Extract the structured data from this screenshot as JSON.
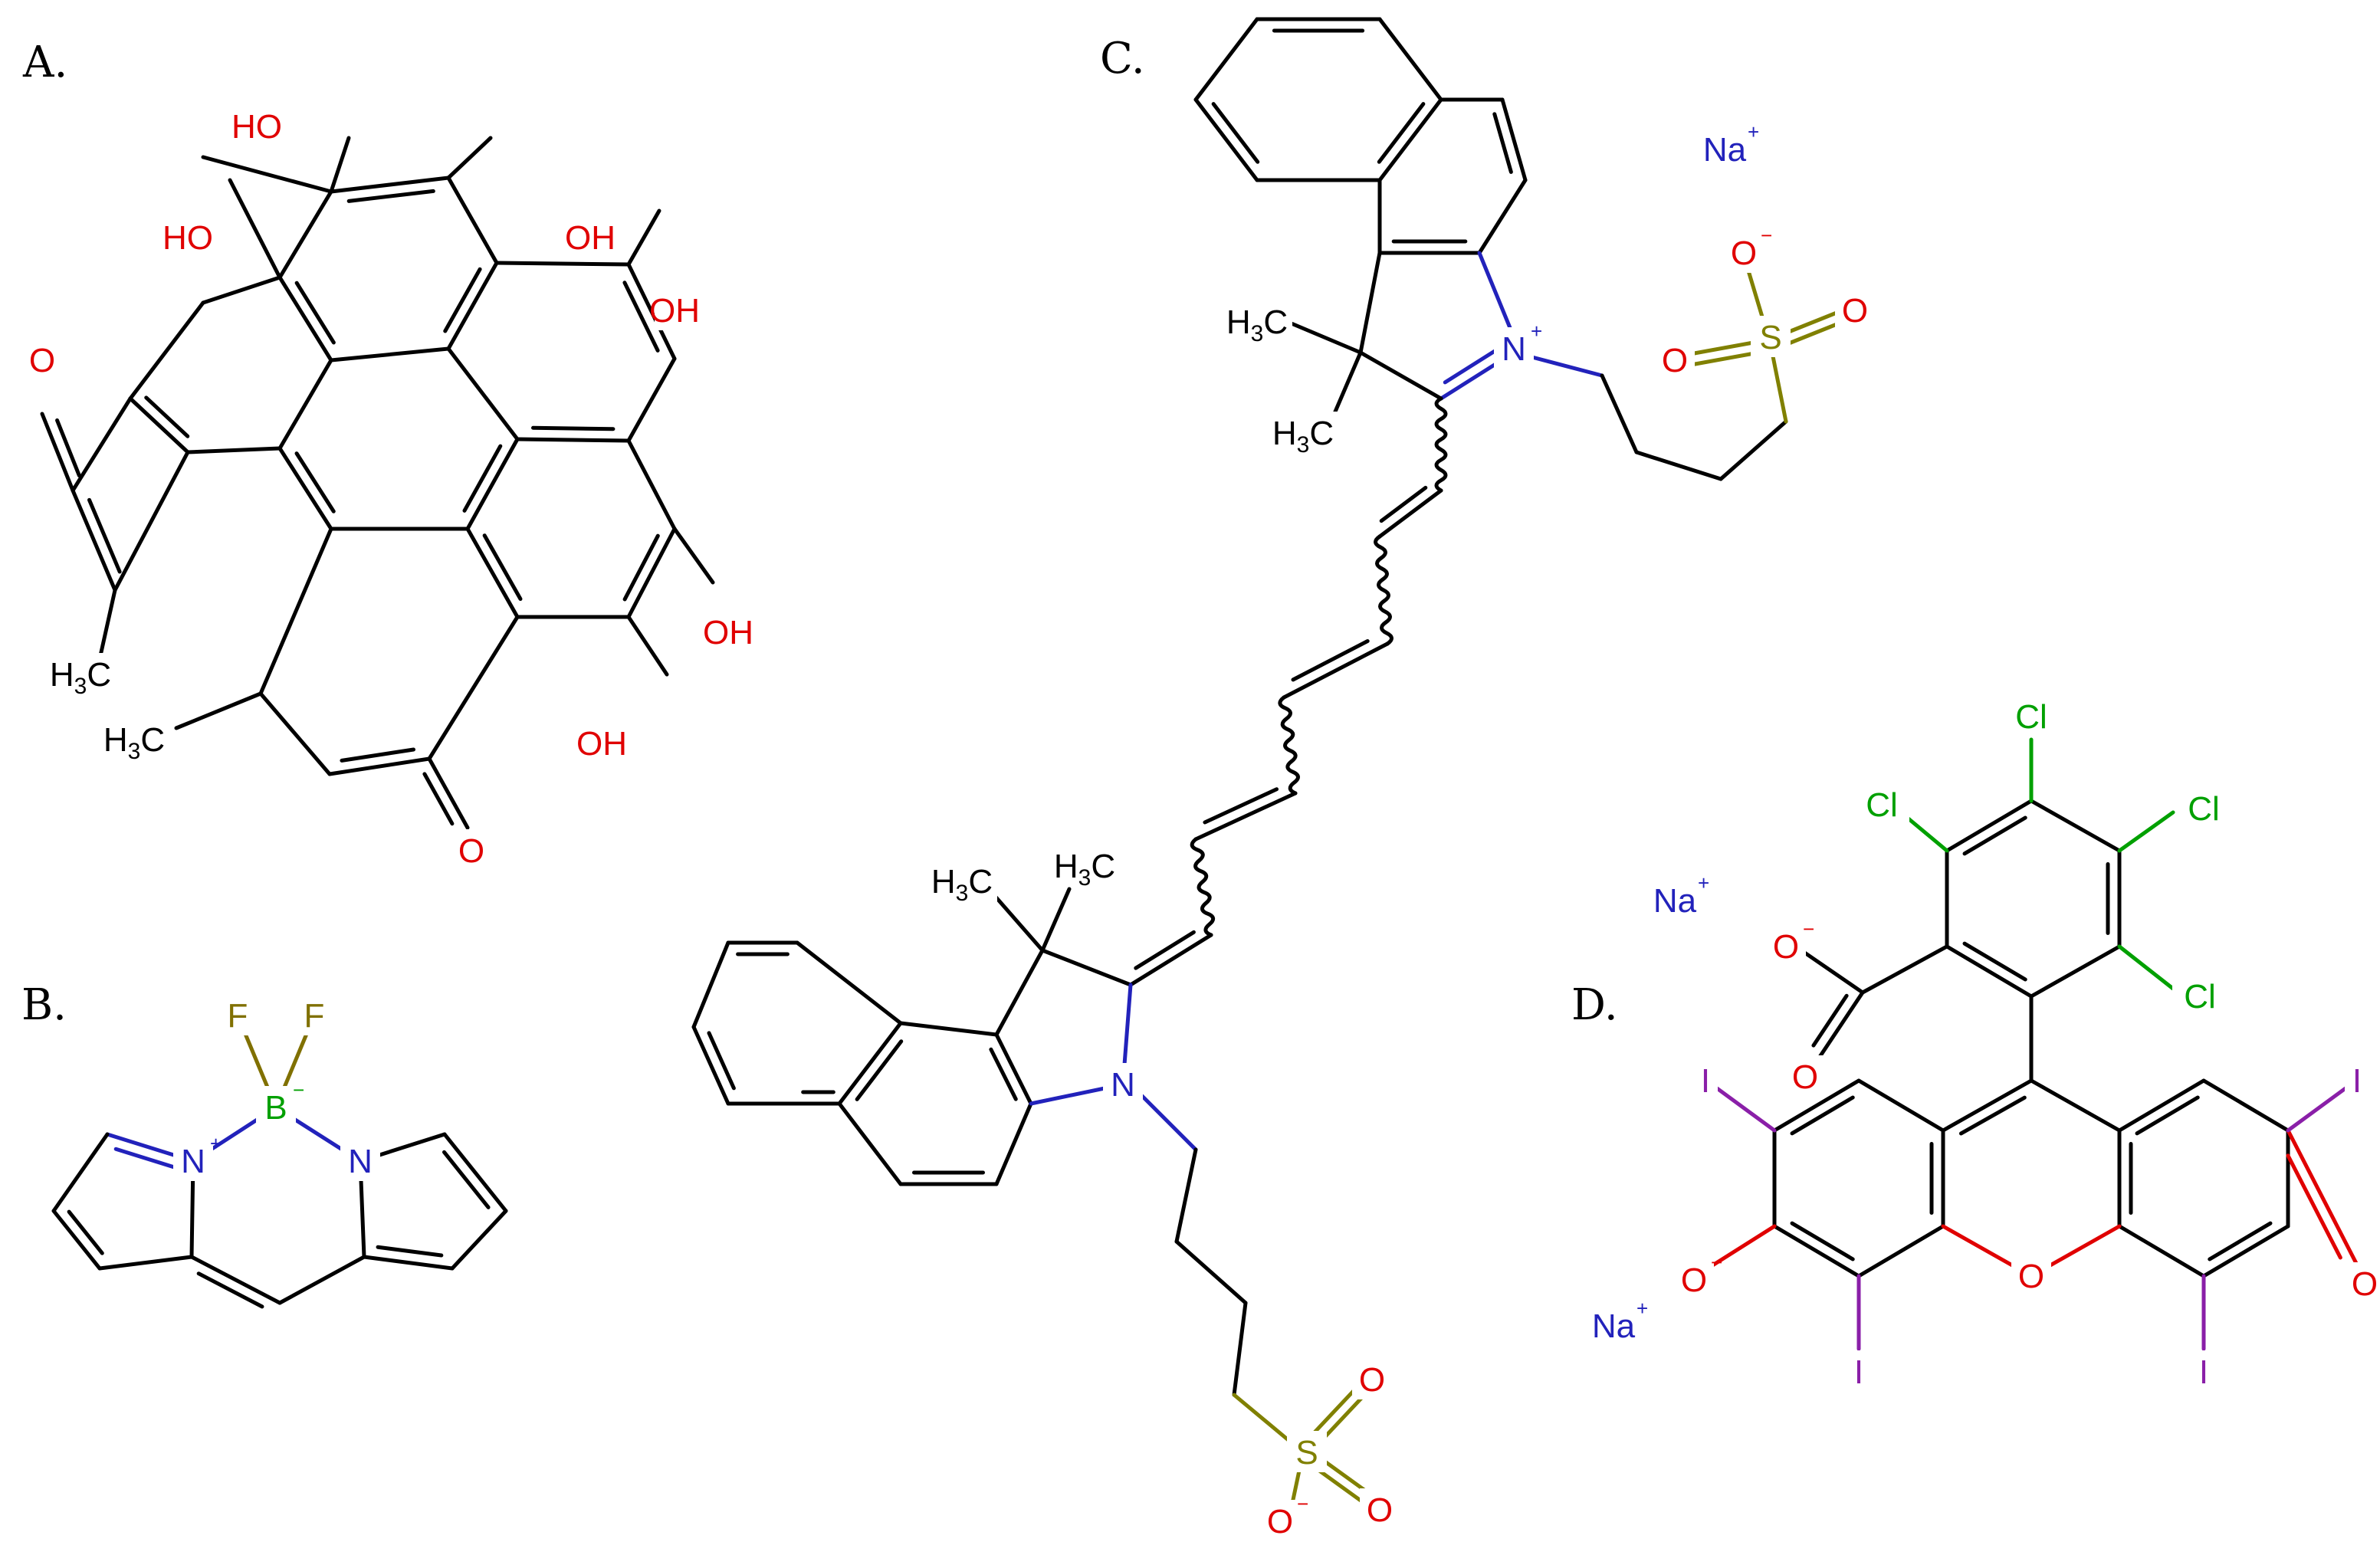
{
  "colors": {
    "carbon": "#000000",
    "oxygen": "#e00000",
    "nitrogen": "#2222bb",
    "sulfur": "#808000",
    "boron": "#00a000",
    "fluorine": "#807000",
    "chlorine": "#00a000",
    "iodine": "#8a1fa8",
    "sodium": "#2222bb"
  },
  "panels": [
    {
      "id": "A",
      "label": "A."
    },
    {
      "id": "B",
      "label": "B."
    },
    {
      "id": "C",
      "label": "C."
    },
    {
      "id": "D",
      "label": "D."
    }
  ],
  "atom_text": {
    "OH": "OH",
    "HO": "HO",
    "O": "O",
    "H": "H",
    "C": "C",
    "sub3": "3",
    "N": "N",
    "B": "B",
    "F": "F",
    "S": "S",
    "Na": "Na",
    "Cl": "Cl",
    "I": "I",
    "plus": "+",
    "minus": "−"
  }
}
